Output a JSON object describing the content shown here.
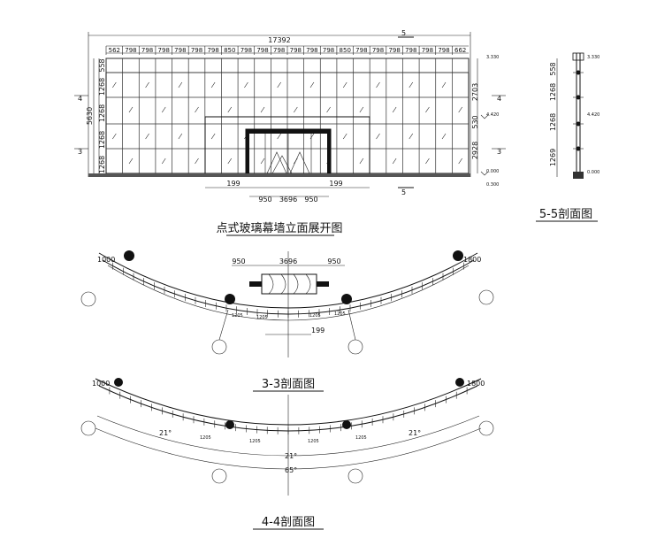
{
  "elevation": {
    "caption": "点式玻璃幕墙立面展开图",
    "total_width": "17392",
    "panel_dims": [
      "562",
      "798",
      "798",
      "798",
      "798",
      "798",
      "798",
      "850",
      "798",
      "798",
      "798",
      "798",
      "798",
      "798",
      "850",
      "798",
      "798",
      "798",
      "798",
      "798",
      "798",
      "662"
    ],
    "bottom_dims": [
      "199",
      "199"
    ],
    "bottom_dims_mid": [
      "950",
      "3696",
      "950"
    ],
    "left_dims": [
      "558",
      "1268",
      "1268",
      "1268",
      "1268"
    ],
    "left_total": "5630",
    "right_dims": [
      "2703",
      "530",
      "2928"
    ],
    "levels": [
      "3.330",
      "4.420",
      "0.000",
      "0.300"
    ],
    "section_marks": [
      "5",
      "5"
    ],
    "axis_marks": [
      "4",
      "3",
      "4",
      "3"
    ]
  },
  "section55": {
    "caption": "5-5剖面图",
    "dims": [
      "558",
      "1268",
      "1268",
      "1269"
    ],
    "levels": [
      "3.330",
      "4.420",
      "0.000"
    ]
  },
  "section33": {
    "caption": "3-3剖面图",
    "dims_top": [
      "950",
      "3696",
      "950"
    ],
    "dim_a": "1800",
    "dim_b": "1000",
    "dim_c": "199",
    "small_dims": [
      "1205",
      "1205",
      "1205",
      "1205"
    ]
  },
  "section44": {
    "caption": "4-4剖面图",
    "angles": [
      "21°",
      "21°",
      "21°"
    ],
    "total_angle": "65°",
    "dim_a": "1800",
    "dim_b": "1000",
    "small_dims": [
      "1205",
      "1205",
      "1205",
      "1205"
    ]
  }
}
